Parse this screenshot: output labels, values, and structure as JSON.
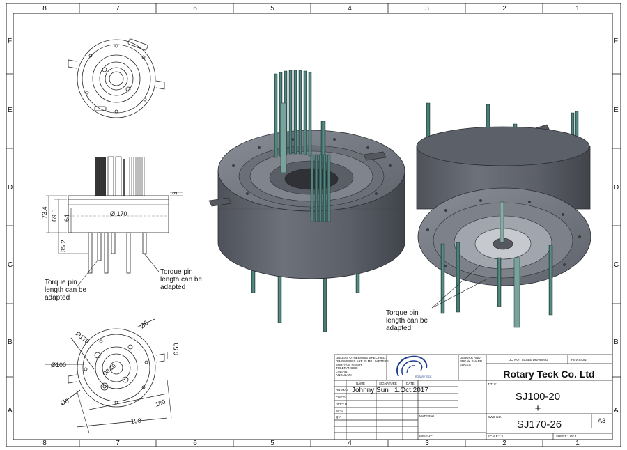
{
  "zones": {
    "columns": [
      "8",
      "7",
      "6",
      "5",
      "4",
      "3",
      "2",
      "1"
    ],
    "rows": [
      "F",
      "E",
      "D",
      "C",
      "B",
      "A"
    ]
  },
  "notes": {
    "torque_left": [
      "Torque pin",
      "length can be",
      "adapted"
    ],
    "torque_mid": [
      "Torque pin",
      "length can be",
      "adapted"
    ],
    "torque_right": [
      "Torque pin",
      "length can be",
      "adapted"
    ]
  },
  "dimensions": {
    "side_734": "73.4",
    "side_695": "69.5",
    "side_64": "64",
    "side_3": "3",
    "side_diameter": "Ø 170",
    "side_352": "35.2",
    "bottom_d170": "Ø170",
    "bottom_d6_top": "Ø6",
    "bottom_d100": "Ø100",
    "bottom_d6_bottom": "Ø6",
    "bottom_650": "6.50",
    "bottom_180": "180",
    "bottom_198": "198",
    "bottom_inner": "Ø8.10"
  },
  "title_block": {
    "tolerance_notes": [
      "UNLESS OTHERWISE SPECIFIED:",
      "DIMENSIONS ARE IN MILLIMETERS",
      "SURFACE FINISH:",
      "TOLERANCES:",
      "   LINEAR:",
      "   ANGULAR:"
    ],
    "deburr": [
      "DEBURR AND",
      "BREAK SHARP",
      "EDGES"
    ],
    "do_not_scale": "DO NOT SCALE DRAWING",
    "revision": "REVISION",
    "company": "Rotary Teck Co. Ltd",
    "logo_text": "ROTARYTECK",
    "col_name": "NAME",
    "col_signature": "SIGNATURE",
    "col_date": "DATE",
    "row_drawn": "DRAWN",
    "row_chkd": "CHK'D",
    "row_appvd": "APPV'D",
    "row_mfg": "MFG",
    "row_qa": "Q.A",
    "drawn_name": "Johnny Sun",
    "drawn_date": "1.Oct.2017",
    "title_label": "TITLE:",
    "title_line1": "SJ100-20",
    "title_line2": "+",
    "dwg_label": "DWG NO.",
    "dwg_no": "SJ170-26",
    "size": "A3",
    "material": "MATERIAL:",
    "weight": "WEIGHT:",
    "scale": "SCALE:1:5",
    "sheet": "SHEET 1 OF 1"
  },
  "colors": {
    "line": "#222222",
    "body_dark": "#5a5d66",
    "body_mid": "#7a7e88",
    "body_light": "#9599a2",
    "pin_teal": "#3f6f6a",
    "pin_light": "#7aa39d",
    "logo_blue": "#1e3c8c"
  }
}
